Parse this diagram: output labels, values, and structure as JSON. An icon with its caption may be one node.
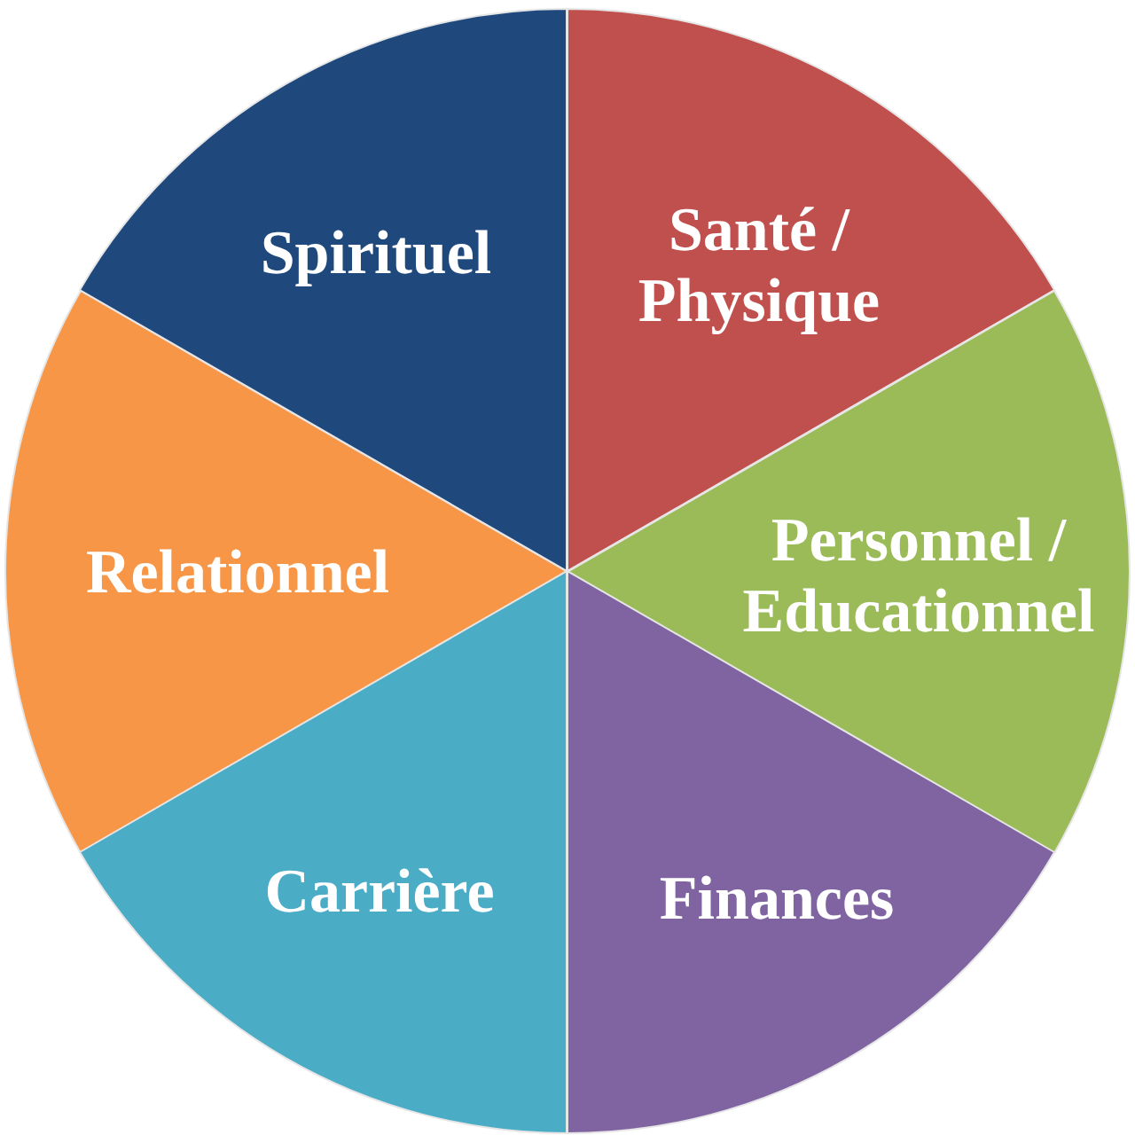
{
  "diagram": {
    "nodes": [
      {
        "text": [
          "Spirituel"
        ]
      },
      {
        "text": [
          "Santé / Physique"
        ]
      },
      {
        "text": [
          "Relationnel"
        ]
      },
      {
        "text": [
          "Personnel / Educationnel"
        ]
      },
      {
        "text": [
          "Carrière"
        ]
      },
      {
        "text": [
          "Finances"
        ]
      }
    ]
  }
}
